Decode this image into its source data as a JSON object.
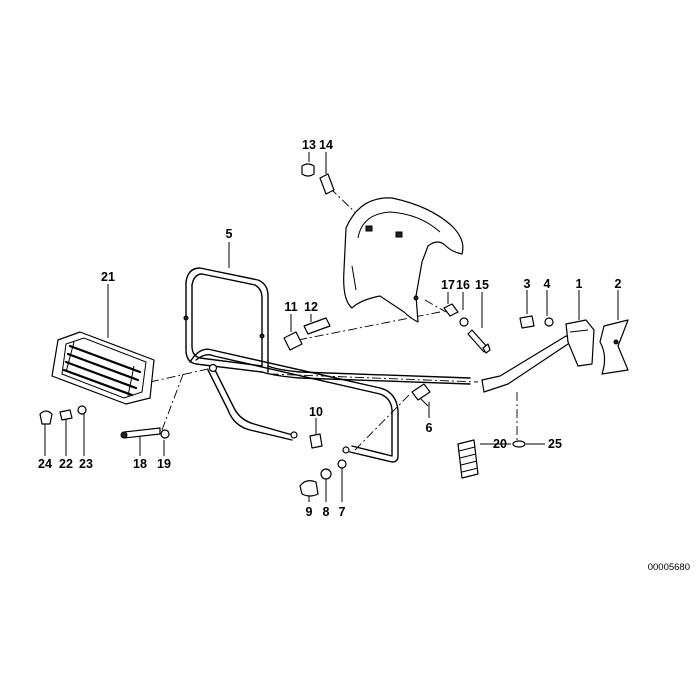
{
  "diagram": {
    "reference_number": "00005680",
    "callouts": {
      "c1": "1",
      "c2": "2",
      "c3": "3",
      "c4": "4",
      "c5": "5",
      "c6": "6",
      "c7": "7",
      "c8": "8",
      "c9": "9",
      "c10": "10",
      "c11": "11",
      "c12": "12",
      "c13": "13",
      "c14": "14",
      "c15": "15",
      "c16": "16",
      "c17": "17",
      "c18": "18",
      "c19": "19",
      "c20": "20",
      "c21": "21",
      "c22": "22",
      "c23": "23",
      "c24": "24",
      "c25": "25"
    }
  }
}
